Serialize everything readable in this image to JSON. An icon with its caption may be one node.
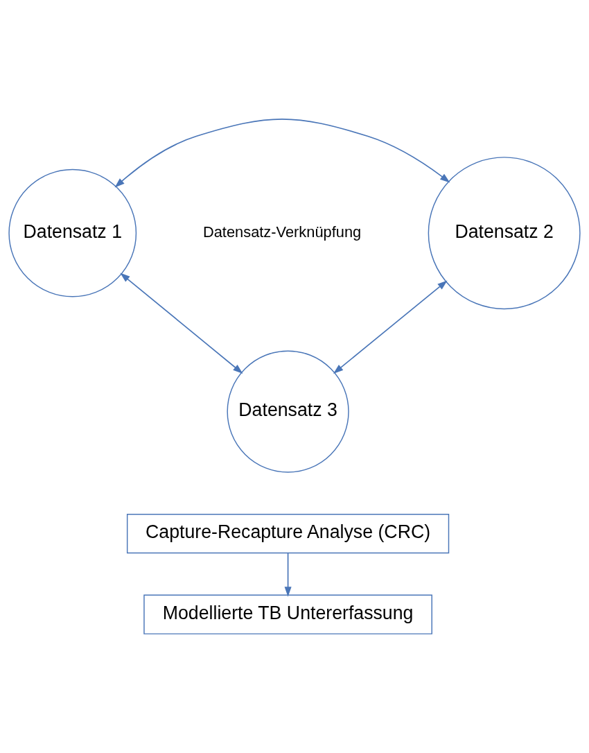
{
  "diagram": {
    "nodes": [
      {
        "text": [
          "Datensatz 1"
        ]
      },
      {
        "text": [
          "Datensatz 2"
        ]
      },
      {
        "text": [
          "Datensatz 3"
        ]
      },
      {
        "text": [
          "Capture-Recapture Analyse (CRC)"
        ]
      },
      {
        "text": [
          "Modellierte TB Untererfassung"
        ]
      }
    ],
    "edges": [
      {
        "from": 0,
        "to": 1,
        "arrow": "both"
      },
      {
        "from": 0,
        "to": 2,
        "arrow": "both"
      },
      {
        "from": 1,
        "to": 2,
        "arrow": "both"
      },
      {
        "from": 3,
        "to": 4,
        "arrow": "to"
      }
    ],
    "labels": [
      "Datensatz-Verknüpfung"
    ]
  }
}
